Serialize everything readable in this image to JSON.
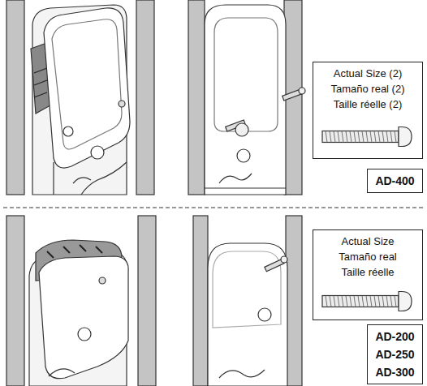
{
  "diagram": {
    "nodes": [
      {
        "text": [
          "Actual Size (2)",
          "Tamaño real (2)",
          "Taille réelle (2)"
        ]
      },
      {
        "text": [
          "AD-400"
        ]
      },
      {
        "text": [
          "Actual Size",
          "Tamaño real",
          "Taille réelle"
        ]
      },
      {
        "text": [
          "AD-200",
          "AD-250",
          "AD-300"
        ]
      }
    ]
  }
}
